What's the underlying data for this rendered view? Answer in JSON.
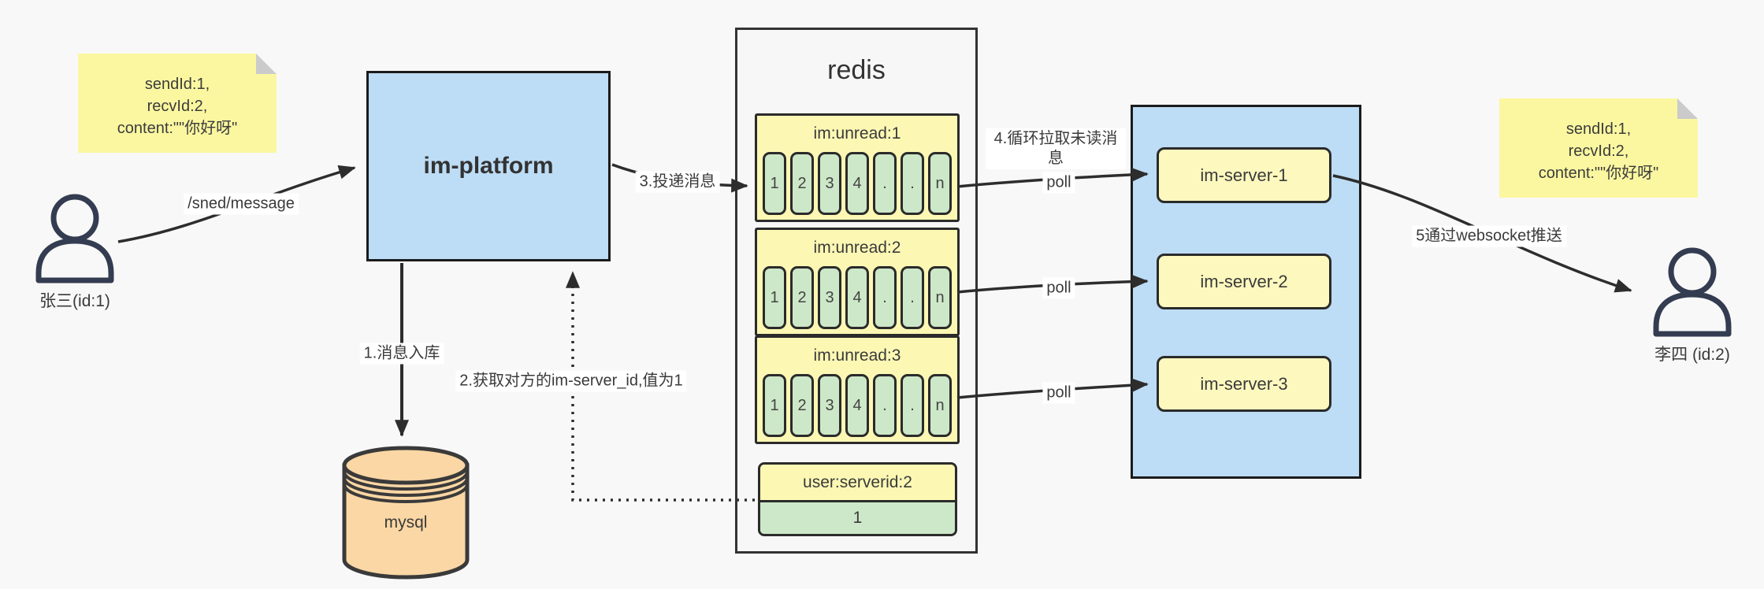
{
  "notes": {
    "left": {
      "line1": "sendId:1,",
      "line2": "recvId:2,",
      "line3": "content:\"\"你好呀\""
    },
    "right": {
      "line1": "sendId:1,",
      "line2": "recvId:2,",
      "line3": "content:\"\"你好呀\""
    }
  },
  "actors": {
    "sender": {
      "label": "张三(id:1)"
    },
    "receiver": {
      "label": "李四 (id:2)"
    }
  },
  "platform": {
    "label": "im-platform"
  },
  "database": {
    "label": "mysql"
  },
  "redis": {
    "title": "redis",
    "queues": [
      {
        "name": "im:unread:1",
        "cells": [
          "1",
          "2",
          "3",
          "4",
          ".",
          ".",
          "n"
        ]
      },
      {
        "name": "im:unread:2",
        "cells": [
          "1",
          "2",
          "3",
          "4",
          ".",
          ".",
          "n"
        ]
      },
      {
        "name": "im:unread:3",
        "cells": [
          "1",
          "2",
          "3",
          "4",
          ".",
          ".",
          "n"
        ]
      }
    ],
    "kv": {
      "key": "user:serverid:2",
      "value": "1"
    }
  },
  "servers": {
    "items": [
      {
        "label": "im-server-1"
      },
      {
        "label": "im-server-2"
      },
      {
        "label": "im-server-3"
      }
    ]
  },
  "edges": {
    "send": "/sned/message",
    "store": "1.消息入库",
    "get_server_id": "2.获取对方的im-server_id,值为1",
    "deliver": "3.投递消息",
    "poll_loop": "4.循环拉取未读消息",
    "poll": "poll",
    "push": "5通过websocket推送"
  },
  "colors": {
    "background": "#F8F8F8",
    "blue": "#BDDCF5",
    "yellow": "#FCF8B4",
    "green": "#CDE8C8",
    "note_yellow": "#FBF7A0",
    "orange": "#FAD7A4",
    "line": "#2d2d2d"
  }
}
